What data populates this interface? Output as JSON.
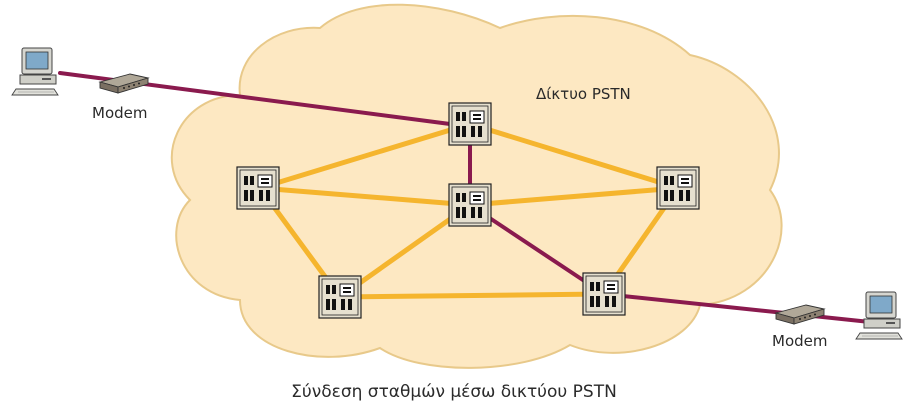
{
  "diagram": {
    "cloud_label": "Δίκτυο PSTN",
    "modem_left_label": "Modem",
    "modem_right_label": "Modem",
    "caption": "Σύνδεση σταθμών μέσω δικτύου PSTN"
  },
  "colors": {
    "cloud_fill": "#fde8c2",
    "cloud_stroke": "#e8c98a",
    "trunk_line": "#f5b52e",
    "connection_path": "#8a1a4e",
    "switch_body": "#e6e0cf",
    "switch_stroke": "#222222"
  },
  "icons": {
    "computer": "desktop-computer-icon",
    "modem": "modem-icon",
    "switch": "telephone-exchange-icon"
  }
}
